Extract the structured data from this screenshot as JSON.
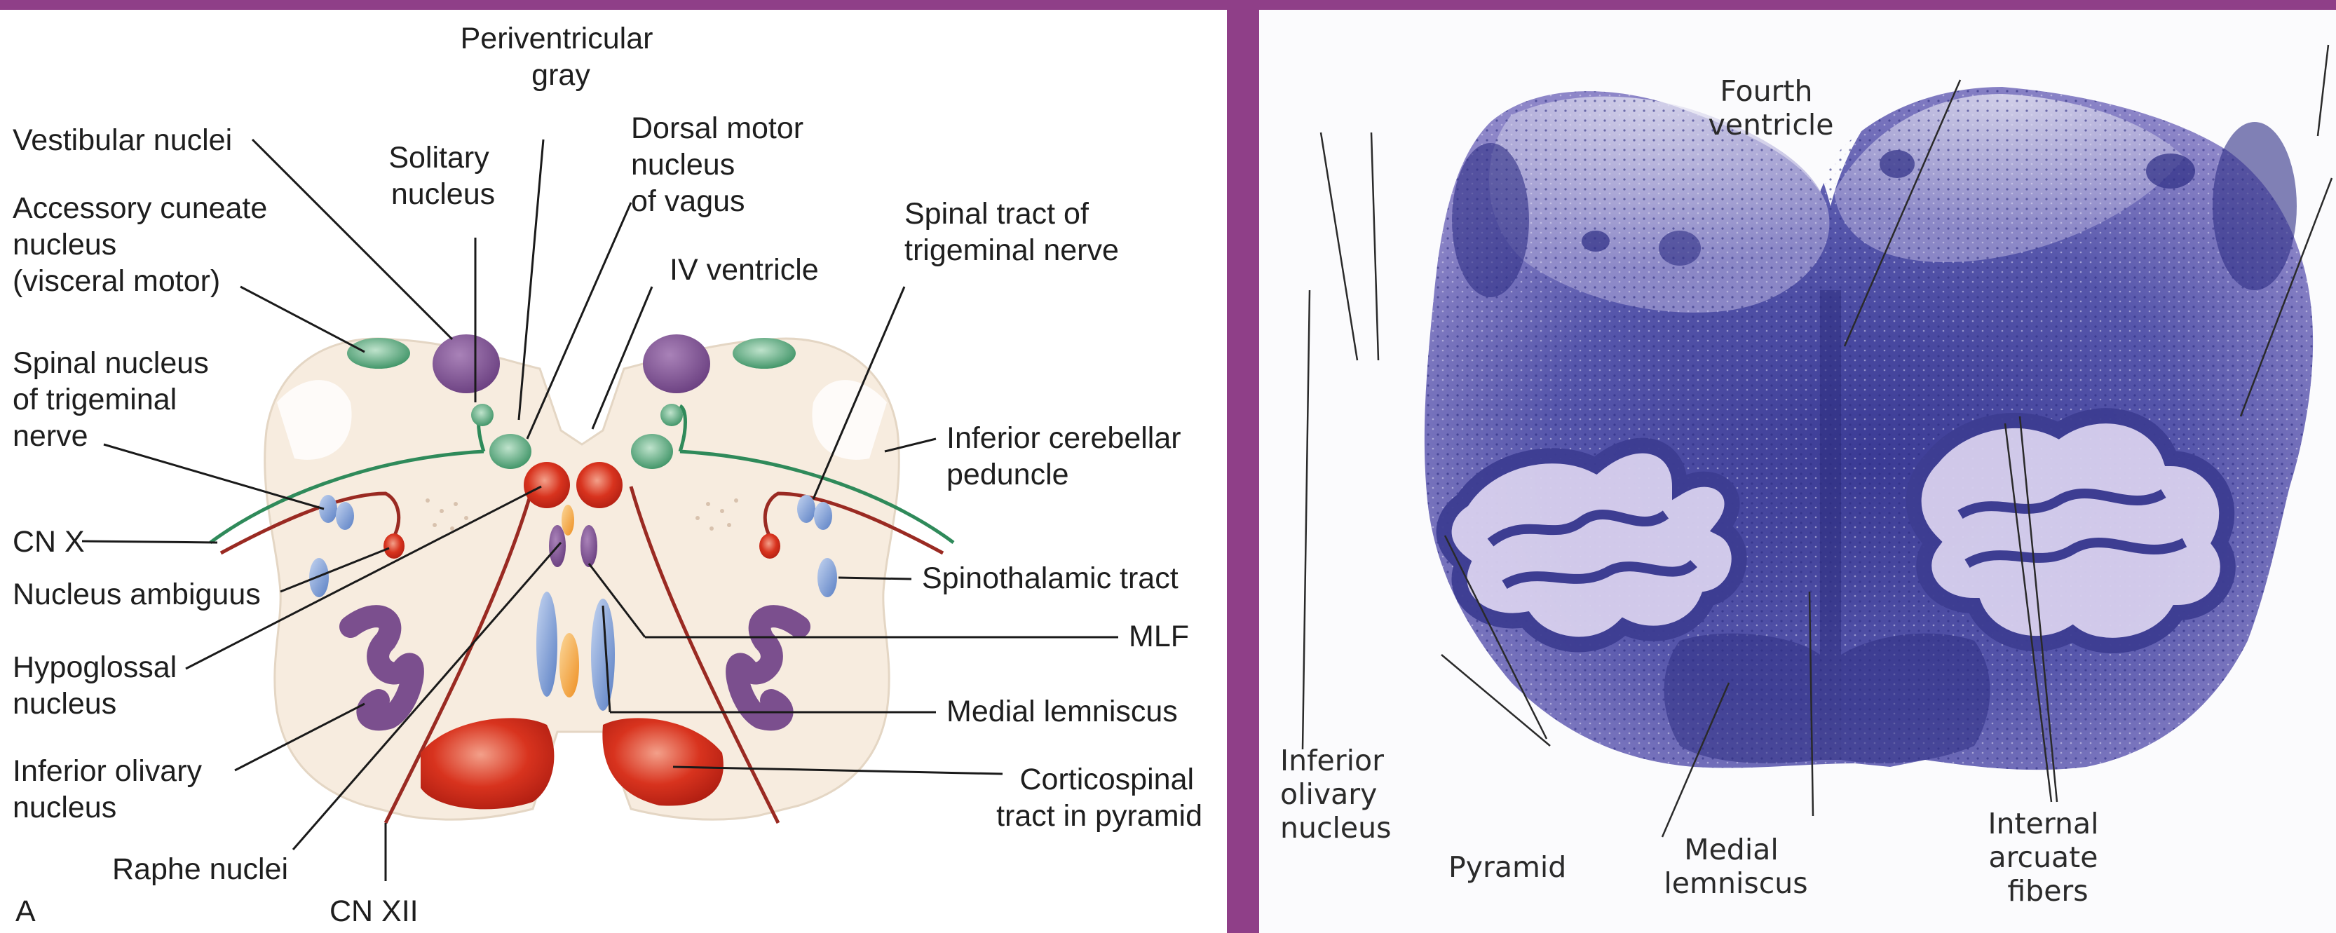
{
  "left_panel": {
    "panel_letter": "A",
    "labels": {
      "vestibular_nuclei": "Vestibular nuclei",
      "accessory_cuneate": [
        "Accessory cuneate",
        "nucleus",
        "(visceral motor)"
      ],
      "spinal_nucleus_trigeminal": [
        "Spinal nucleus",
        "of trigeminal",
        "nerve"
      ],
      "cn_x": "CN X",
      "nucleus_ambiguus": "Nucleus ambiguus",
      "hypoglossal_nucleus": [
        "Hypoglossal",
        "nucleus"
      ],
      "inferior_olivary_nucleus": [
        "Inferior olivary",
        "nucleus"
      ],
      "raphe_nuclei": "Raphe nuclei",
      "cn_xii": "CN XII",
      "periventricular_gray": [
        "Periventricular",
        "gray"
      ],
      "solitary_nucleus": [
        "Solitary",
        "nucleus"
      ],
      "dorsal_motor_nucleus": [
        "Dorsal motor",
        "nucleus",
        "of vagus"
      ],
      "iv_ventricle": "IV ventricle",
      "spinal_tract_trigeminal": [
        "Spinal tract of",
        "trigeminal nerve"
      ],
      "inferior_cerebellar_peduncle": [
        "Inferior cerebellar",
        "peduncle"
      ],
      "spinothalamic_tract": "Spinothalamic tract",
      "mlf": "MLF",
      "medial_lemniscus": "Medial lemniscus",
      "corticospinal_tract": [
        "Corticospinal",
        "tract in pyramid"
      ]
    }
  },
  "right_panel": {
    "labels": {
      "fourth_ventricle": [
        "Fourth",
        "ventricle"
      ],
      "inferior_olivary_nucleus": [
        "Inferior",
        "olivary",
        "nucleus"
      ],
      "pyramid": "Pyramid",
      "medial_lemniscus": [
        "Medial",
        "lemniscus"
      ],
      "internal_arcuate_fibers": [
        "Internal",
        "arcuate",
        "fibers"
      ]
    }
  },
  "colors": {
    "frame": "#8f3f88",
    "section_fill": "#f7ecdf",
    "green_nucleus": "#2f8a5a",
    "purple_nucleus": "#7b4f8e",
    "red_nucleus": "#d8331e",
    "blue_tract": "#7f9dd3",
    "orange_raphe": "#f2a23a",
    "nerve_line": "#9a2a22",
    "stain_dark": "#4a4aa0",
    "stain_light": "#c9c3e8"
  }
}
